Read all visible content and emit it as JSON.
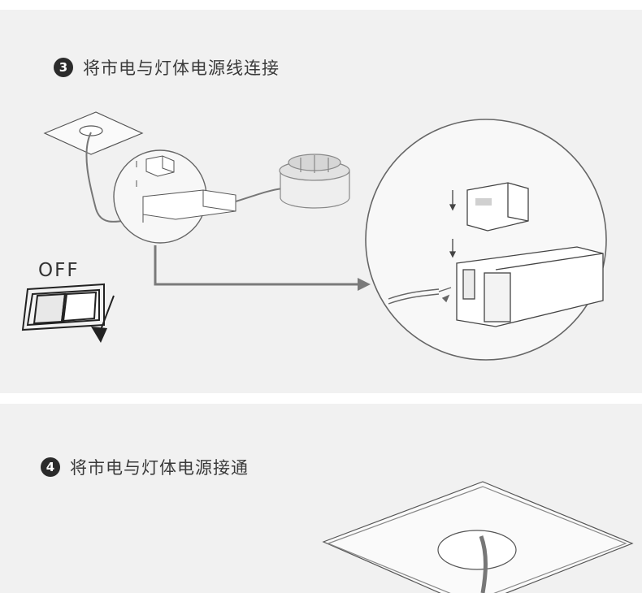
{
  "step3": {
    "number": "3",
    "title": "将市电与灯体电源线连接",
    "switch_label": "OFF",
    "icons": [
      "ceiling-plate-icon",
      "power-switch-icon",
      "connector-icon",
      "driver-box-icon",
      "downlight-icon",
      "magnify-icon",
      "arrow-icon"
    ]
  },
  "step4": {
    "number": "4",
    "title": "将市电与灯体电源接通",
    "icons": [
      "ceiling-plate-icon"
    ]
  }
}
